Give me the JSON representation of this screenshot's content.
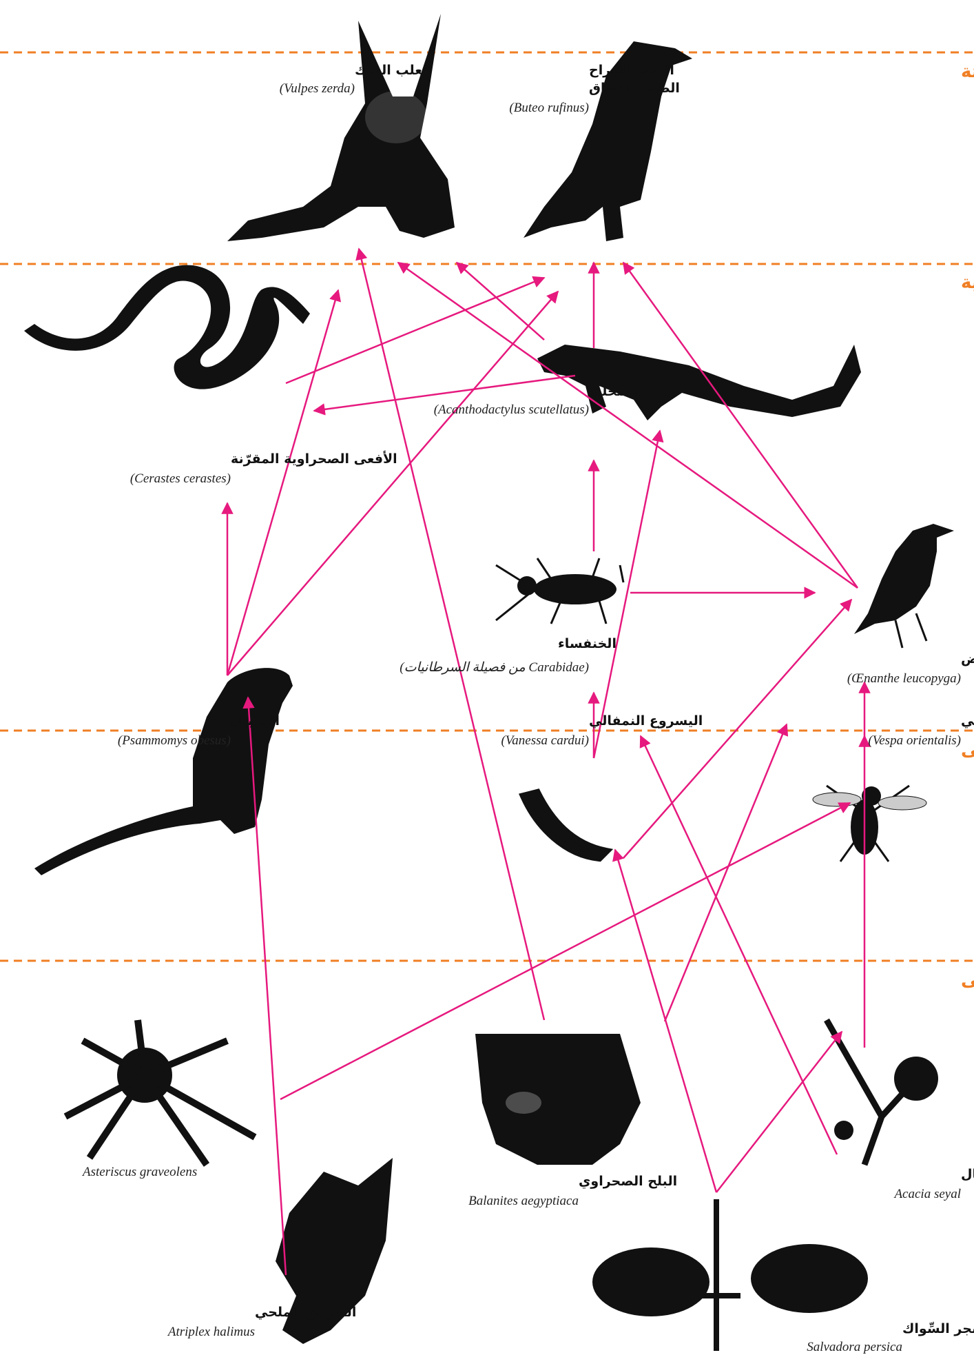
{
  "levels": {
    "tertiary": "مستهلكو الدرجة الثالثة",
    "secondary": "مستهلكو الدرجة الثانية",
    "primary_consumers": "مستهلكو الدرجة الأولى",
    "producers": "منتجو الدرجة الأولى"
  },
  "colors": {
    "arrow": "#e6197e",
    "level_text": "#f07f24",
    "divider": "#f07f24",
    "silhouette": "#111111"
  },
  "organisms": {
    "fennec": {
      "ar": "ثعلب الفنك",
      "sci": "(Vulpes zerda)"
    },
    "buzzard": {
      "ar1": "الصقر الجراح",
      "ar2": "الطويل الساق",
      "sci": "(Buteo rufinus)"
    },
    "viper": {
      "ar": "الأفعى الصحراوية المقرّنة",
      "sci": "(Cerastes cerastes)"
    },
    "lizard": {
      "ar": "السحلية",
      "sci": "(Acanthodactylus scutellatus)"
    },
    "beetle": {
      "ar": "الخنفساء",
      "sci": "(من فصيلة السرطانيات Carabidae)"
    },
    "wheatear": {
      "ar": "الأبلق ذو التاج الأبيض",
      "sci": "(Œnanthe leucopyga)"
    },
    "gerbil": {
      "ar": "الجربيل",
      "sci": "(Psammomys obesus)"
    },
    "caterpillar": {
      "ar": "اليسروع النمفالي",
      "sci": "(Vanessa cardui)"
    },
    "hornet": {
      "ar": "الدبّور الشرقي",
      "sci": "(Vespa orientalis)"
    },
    "asteriscus": {
      "sci": "Asteriscus graveolens"
    },
    "balanites": {
      "ar": "البلح الصحراوي",
      "sci": "Balanites aegyptiaca"
    },
    "acacia": {
      "ar": "ازهارالأكاسيا السَيال",
      "sci": "Acacia seyal"
    },
    "atriplex": {
      "ar": "السرمق الملحي",
      "sci": "Atriplex halimus"
    },
    "salvadora": {
      "ar": "شجر السِّواك",
      "sci": "Salvadora persica"
    }
  }
}
